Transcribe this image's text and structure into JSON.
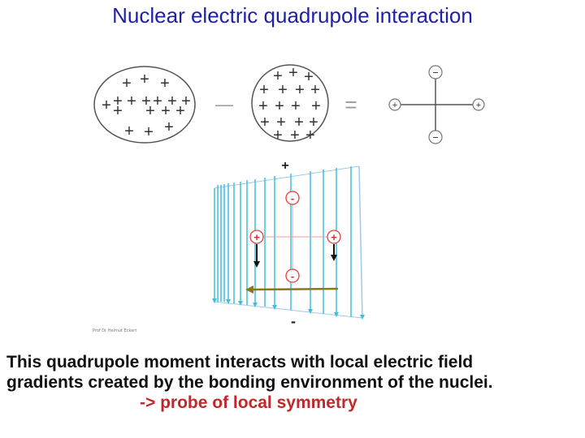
{
  "title": "Nuclear electric quadrupole interaction",
  "colors": {
    "title": "#1f1fa8",
    "highlight": "#c0282b",
    "field_lines": "#3fbfe0",
    "charge_marker": "#e04040",
    "force_arrow": "#8a7a10"
  },
  "nuclei": {
    "left_charges": "+",
    "middle_charges": "+",
    "minus_sign": "—",
    "equals_sign": "="
  },
  "point_charges": {
    "top": "−",
    "bottom": "−",
    "left": "+",
    "right": "+"
  },
  "field_diagram": {
    "top_sign": "+",
    "bottom_sign": "-",
    "upper_charge": "-",
    "lower_charge": "-",
    "left_charge": "+",
    "right_charge": "+"
  },
  "credit": "Prof Dr Helmut Eckert",
  "caption": {
    "line1": "This quadrupole moment interacts with local electric field",
    "line2": "gradients created by the bonding environment of the  nuclei.",
    "line3": "-> probe of local symmetry"
  }
}
